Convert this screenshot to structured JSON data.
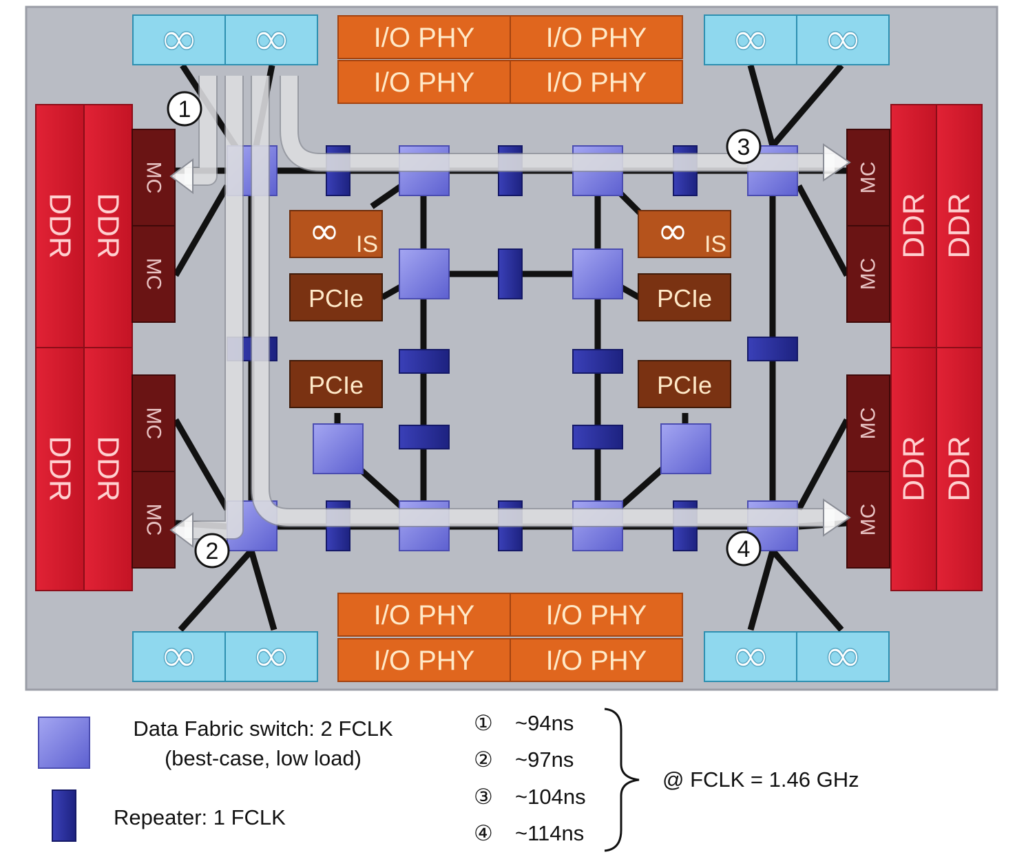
{
  "colors": {
    "die": "#b9bcc4",
    "io_phy": "#e0661e",
    "ddr": "#d2192b",
    "mc": "#6a1414",
    "pcie": "#7a3212",
    "infinity_block": "#8fd8ee",
    "switch": "#7d7fe0",
    "repeater": "#2a2f9e",
    "wire": "#111111"
  },
  "blocks": {
    "io_phy_label": "I/O PHY",
    "ddr_label": "DDR",
    "mc_label": "MC",
    "pcie_label": "PCIe",
    "is_label": "IS",
    "infinity_symbol": "∞"
  },
  "path_markers": [
    "1",
    "2",
    "3",
    "4"
  ],
  "legend": {
    "switch_line1": "Data Fabric switch: 2 FCLK",
    "switch_line2": "(best-case, low load)",
    "repeater_label": "Repeater: 1 FCLK",
    "latencies": [
      {
        "marker": "①",
        "value": "~94ns"
      },
      {
        "marker": "②",
        "value": "~97ns"
      },
      {
        "marker": "③",
        "value": "~104ns"
      },
      {
        "marker": "④",
        "value": "~114ns"
      }
    ],
    "frequency": "@ FCLK = 1.46 GHz"
  }
}
